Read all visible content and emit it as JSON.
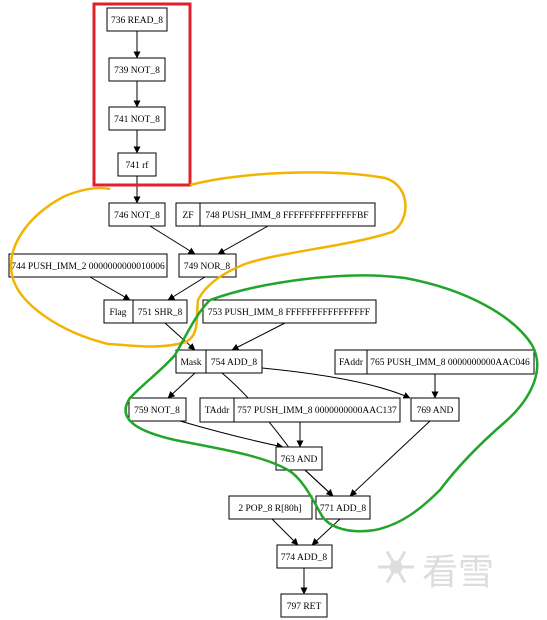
{
  "colors": {
    "red_box": "#e0202a",
    "yellow_outline": "#f2b400",
    "green_outline": "#22a52a",
    "watermark": "#d8d8d8"
  },
  "nodes": {
    "n736": [
      "736 READ_8"
    ],
    "n739": [
      "739 NOT_8"
    ],
    "n741n": [
      "741 NOT_8"
    ],
    "n741rf": [
      "741 rf"
    ],
    "n746": [
      "746 NOT_8"
    ],
    "n748": [
      "ZF",
      "748 PUSH_IMM_8 FFFFFFFFFFFFFFBF"
    ],
    "n744": [
      "744 PUSH_IMM_2 0000000000010006"
    ],
    "n749": [
      "749 NOR_8"
    ],
    "n751": [
      "Flag",
      "751 SHR_8"
    ],
    "n753": [
      "753 PUSH_IMM_8 FFFFFFFFFFFFFFFF"
    ],
    "n754": [
      "Mask",
      "754 ADD_8"
    ],
    "n765": [
      "FAddr",
      "765 PUSH_IMM_8 0000000000AAC046"
    ],
    "n759": [
      "759 NOT_8"
    ],
    "n757": [
      "TAddr",
      "757 PUSH_IMM_8 0000000000AAC137"
    ],
    "n769": [
      "769 AND"
    ],
    "n763": [
      "763 AND"
    ],
    "n2pop": [
      "2 POP_8 R[80h]"
    ],
    "n771": [
      "771 ADD_8"
    ],
    "n774": [
      "774 ADD_8"
    ],
    "n797": [
      "797 RET"
    ]
  },
  "watermark": {
    "icon": "snowflake-icon",
    "text": "看雪"
  }
}
